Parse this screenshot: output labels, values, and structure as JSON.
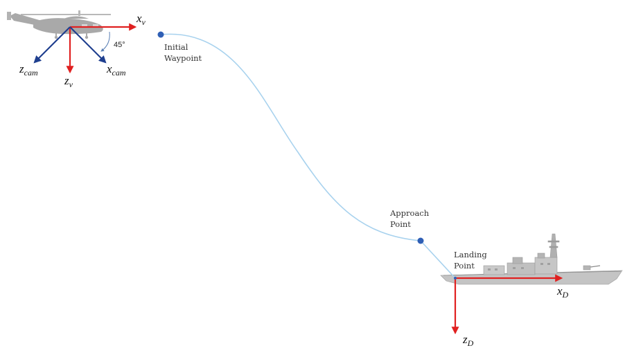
{
  "labels": {
    "initial_waypoint": [
      "Initial",
      "Waypoint"
    ],
    "approach_point": [
      "Approach",
      "Point"
    ],
    "landing_point": [
      "Landing",
      "Point"
    ],
    "angle": "45°"
  },
  "axes": {
    "x_v": {
      "symbol": "x",
      "sub": "v"
    },
    "z_v": {
      "symbol": "z",
      "sub": "v"
    },
    "x_cam": {
      "symbol": "x",
      "sub": "cam"
    },
    "z_cam": {
      "symbol": "z",
      "sub": "cam"
    },
    "x_D": {
      "symbol": "x",
      "sub": "D"
    },
    "z_D": {
      "symbol": "z",
      "sub": "D"
    }
  },
  "colors": {
    "trajectory": "#a8d2ee",
    "waypoint": "#2f5fb5",
    "axis_vehicle": "#e02020",
    "axis_camera": "#1f3f8f",
    "helicopter": "#a9a9a9",
    "ship": "#bdbdbd"
  },
  "icons": {
    "helicopter": "helicopter-icon",
    "ship": "ship-icon"
  }
}
